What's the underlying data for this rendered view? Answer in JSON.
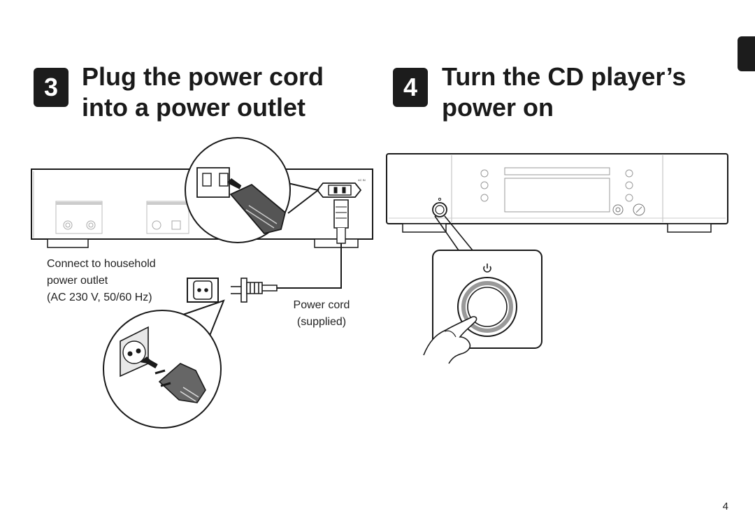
{
  "step3": {
    "number": "3",
    "title_line1": "Plug the power cord",
    "title_line2": "into a power outlet"
  },
  "step4": {
    "number": "4",
    "title_line1": "Turn the CD player’s",
    "title_line2": "power on"
  },
  "captions": {
    "outlet_line1": "Connect to household",
    "outlet_line2": "power outlet",
    "outlet_line3": "(AC 230 V, 50/60 Hz)",
    "cord_line1": "Power cord",
    "cord_line2": "(supplied)"
  },
  "rear_panel": {
    "ac_label": "AC IN"
  },
  "page_number": "4"
}
